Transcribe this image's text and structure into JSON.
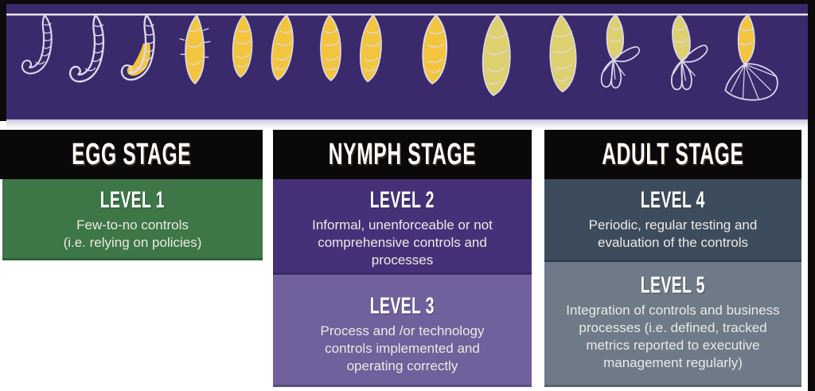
{
  "banner": {
    "bg_color": "#3a2a6c",
    "line_color": "#e6e3f2",
    "pupa_yellow": "#f3c53f",
    "pupa_green_yellow": "#ddd06e",
    "outline_color": "#ddd9ec",
    "figure_names": [
      "caterpillar",
      "caterpillar",
      "caterpillar-pupating",
      "pupa-forming",
      "chrysalis",
      "chrysalis",
      "chrysalis",
      "chrysalis",
      "chrysalis",
      "chrysalis-mature",
      "chrysalis-mature",
      "butterfly-emerging",
      "butterfly-emerging",
      "butterfly-emerged"
    ]
  },
  "stages": [
    {
      "title": "EGG STAGE",
      "header_bg": "#0b0809",
      "levels": [
        {
          "label": "LEVEL 1",
          "description": "Few-to-no controls\n(i.e. relying on policies)",
          "bg": "#3d7647"
        }
      ]
    },
    {
      "title": "NYMPH STAGE",
      "header_bg": "#0b0809",
      "levels": [
        {
          "label": "LEVEL 2",
          "description": "Informal, unenforceable or not\ncomprehensive controls and\nprocesses",
          "bg": "#463179"
        },
        {
          "label": "LEVEL 3",
          "description": "Process and /or technology\ncontrols implemented and\noperating correctly",
          "bg": "#70609c"
        }
      ]
    },
    {
      "title": "ADULT STAGE",
      "header_bg": "#0b0809",
      "levels": [
        {
          "label": "LEVEL 4",
          "description": "Periodic, regular testing and\nevaluation of the controls",
          "bg": "#3d4c5c"
        },
        {
          "label": "LEVEL 5",
          "description": "Integration of controls and business\nprocesses (i.e. defined, tracked\nmetrics reported to executive\nmanagement regularly)",
          "bg": "#6e7a88"
        }
      ]
    }
  ]
}
